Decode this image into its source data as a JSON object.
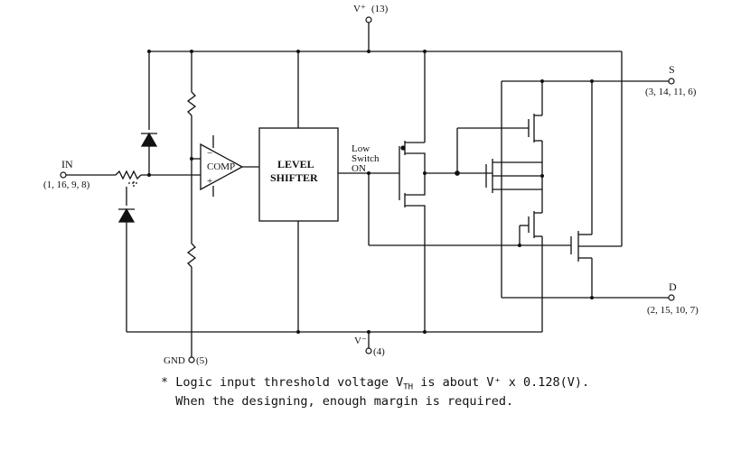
{
  "pins": {
    "vplus": {
      "name": "V⁺",
      "num": "(13)"
    },
    "in": {
      "name": "IN",
      "nums": "(1, 16, 9, 8)"
    },
    "s": {
      "name": "S",
      "nums": "(3, 14, 11, 6)"
    },
    "d": {
      "name": "D",
      "nums": "(2, 15, 10, 7)"
    },
    "gnd": {
      "name": "GND",
      "num": "(5)"
    },
    "vminus": {
      "name": "V⁻",
      "num": "(4)"
    }
  },
  "blocks": {
    "comp": {
      "label": "COMP",
      "minus": "−",
      "plus": "+"
    },
    "level_shifter": {
      "line1": "LEVEL",
      "line2": "SHIFTER"
    }
  },
  "annotations": {
    "low_switch": {
      "line1": "Low",
      "line2": "Switch",
      "line3": "ON"
    }
  },
  "note": {
    "line1_pre": "* Logic input threshold voltage V",
    "line1_sub": "TH",
    "line1_post": " is about V⁺ x 0.128(V).",
    "line2": "  When the designing, enough margin is required."
  },
  "colors": {
    "ink": "#111111",
    "background": "#ffffff"
  }
}
